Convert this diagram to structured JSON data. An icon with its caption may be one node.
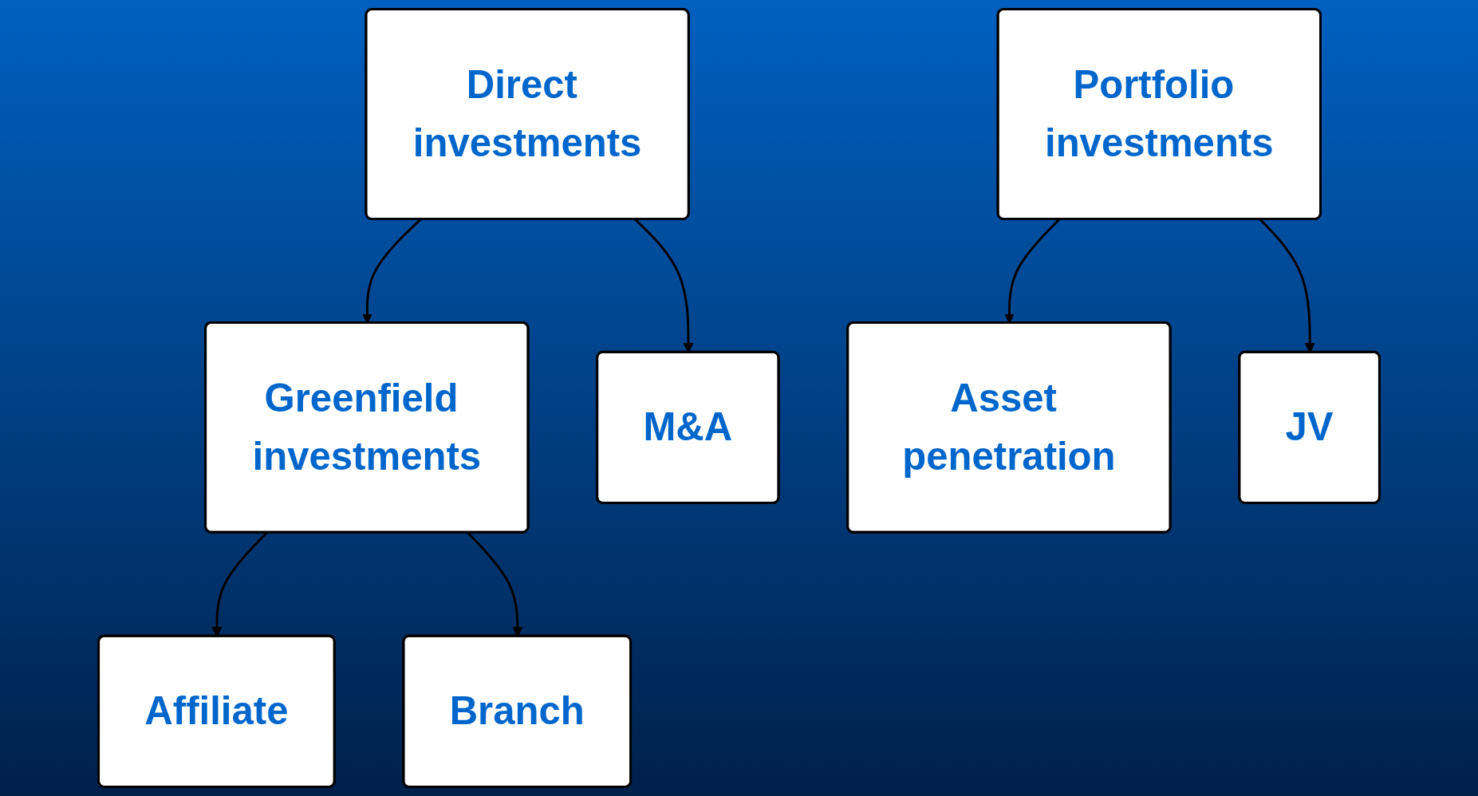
{
  "diagram": {
    "nodes": [
      {
        "text": [
          "Direct investments"
        ]
      },
      {
        "text": [
          "Portfolio investments"
        ]
      },
      {
        "text": [
          "Greenfield investments"
        ]
      },
      {
        "text": [
          "M&A"
        ]
      },
      {
        "text": [
          "Asset penetration"
        ]
      },
      {
        "text": [
          "JV"
        ]
      },
      {
        "text": [
          "Affiliate"
        ]
      },
      {
        "text": [
          "Branch"
        ]
      }
    ],
    "edges": [
      {
        "from": 0,
        "to": 2,
        "arrow": "to"
      },
      {
        "from": 0,
        "to": 3,
        "arrow": "to"
      },
      {
        "from": 1,
        "to": 4,
        "arrow": "to"
      },
      {
        "from": 1,
        "to": 5,
        "arrow": "to"
      },
      {
        "from": 2,
        "to": 6,
        "arrow": "to"
      },
      {
        "from": 2,
        "to": 7,
        "arrow": "to"
      }
    ]
  }
}
